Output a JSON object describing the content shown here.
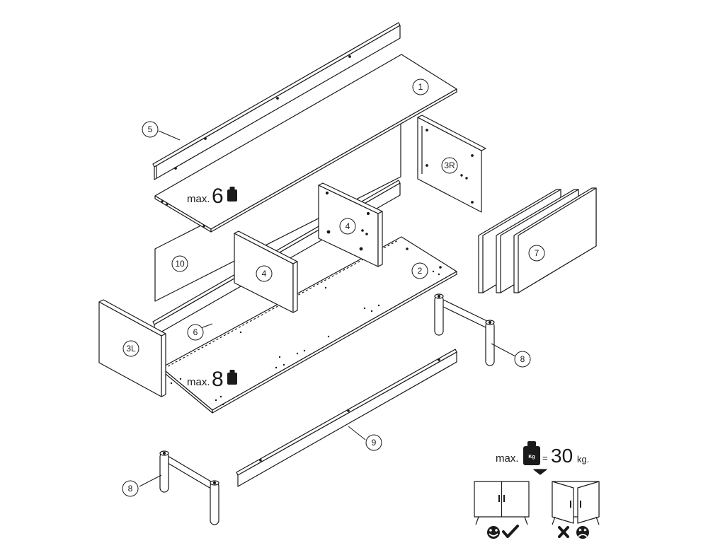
{
  "parts": {
    "p1": "1",
    "p2": "2",
    "p3l": "3L",
    "p3r": "3R",
    "p4a": "4",
    "p4b": "4",
    "p5": "5",
    "p6": "6",
    "p7": "7",
    "p8a": "8",
    "p8b": "8",
    "p9": "9",
    "p10": "10"
  },
  "loads": {
    "top_prefix": "max.",
    "top_value": "6",
    "bottom_prefix": "max.",
    "bottom_value": "8",
    "weight_icon_text": "Kg",
    "total_prefix": "max.",
    "total_equals": "=",
    "total_value": "30",
    "total_unit": "kg."
  },
  "legend": {
    "correct_icon": "happy-check-icon",
    "wrong_icon": "sad-cross-icon"
  }
}
